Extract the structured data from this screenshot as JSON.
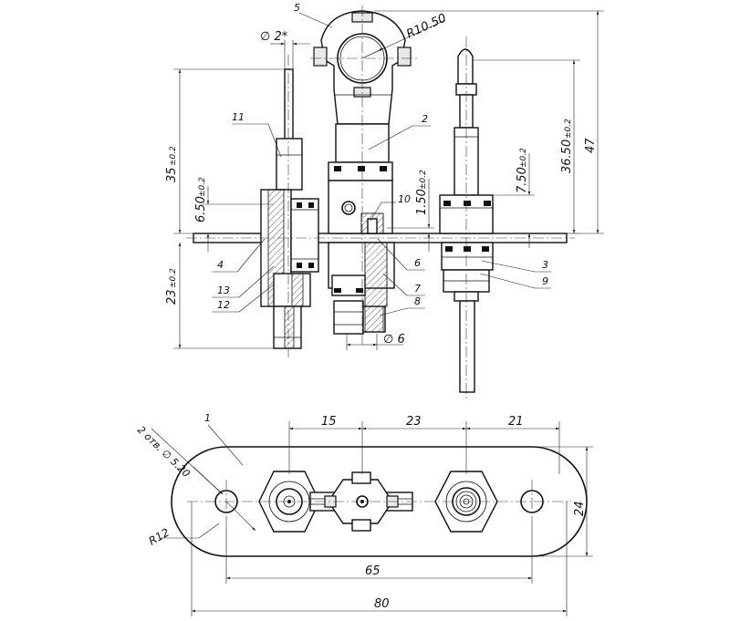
{
  "dimensions": {
    "diameter_2": "∅ 2*",
    "radius_10_50": "R10.50",
    "height_35": "35",
    "tol_35": "±0.2",
    "height_6_50": "6.50",
    "tol_6_50": "±0.2",
    "height_23": "23",
    "tol_23": "±0.2",
    "height_1_50": "1.50",
    "tol_1_50": "±0.2",
    "height_7_50": "7.50",
    "tol_7_50": "±0.2",
    "height_36_50": "36.50",
    "tol_36_50": "±0.2",
    "height_47": "47",
    "diameter_6": "∅ 6",
    "span_15": "15",
    "span_23": "23",
    "span_21": "21",
    "height_24": "24",
    "holes_note": "2 отв. ∅ 5.20",
    "radius_12": "R12",
    "length_65": "65",
    "length_80": "80"
  },
  "callouts": {
    "c1": "1",
    "c2": "2",
    "c3": "3",
    "c4": "4",
    "c5": "5",
    "c6": "6",
    "c7": "7",
    "c8": "8",
    "c9": "9",
    "c10": "10",
    "c11": "11",
    "c12": "12",
    "c13": "13"
  }
}
